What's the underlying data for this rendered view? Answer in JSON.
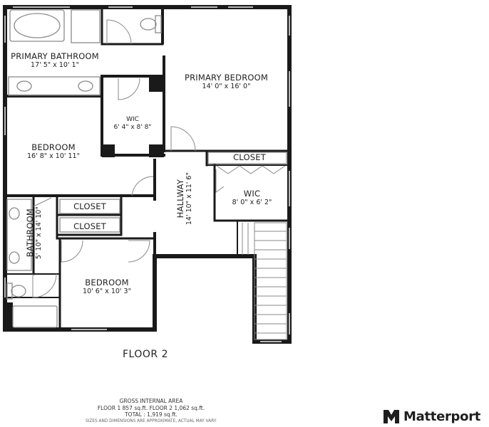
{
  "floor_label": "FLOOR 2",
  "rooms": {
    "primary_bathroom": {
      "name": "PRIMARY BATHROOM",
      "dims": "17' 5\" x 10' 1\""
    },
    "primary_bedroom": {
      "name": "PRIMARY BEDROOM",
      "dims": "14' 0\" x 16' 0\""
    },
    "wic_1": {
      "name": "WIC",
      "dims": "6' 4\" x 8' 8\""
    },
    "bedroom_1": {
      "name": "BEDROOM",
      "dims": "16' 8\" x 10' 11\""
    },
    "closet_1": {
      "name": "CLOSET"
    },
    "wic_2": {
      "name": "WIC",
      "dims": "8' 0\" x 6' 2\""
    },
    "hallway": {
      "name": "HALLWAY",
      "dims": "14' 10\" x 11' 6\""
    },
    "closet_2": {
      "name": "CLOSET"
    },
    "closet_3": {
      "name": "CLOSET"
    },
    "bathroom": {
      "name": "BATHROOM",
      "dims": "5' 10\" x 14' 10\""
    },
    "bedroom_2": {
      "name": "BEDROOM",
      "dims": "10' 6\" x 10' 3\""
    }
  },
  "area_summary": {
    "heading": "GROSS INTERNAL AREA",
    "line1": "FLOOR 1 857 sq.ft.   FLOOR 2 1,062 sq.ft.",
    "line2": "TOTAL :  1,919 sq.ft.",
    "disclaimer": "SIZES AND DIMENSIONS ARE APPROXIMATE, ACTUAL MAY VARY."
  },
  "brand": {
    "name": "Matterport",
    "icon": "matterport-logo-icon"
  },
  "colors": {
    "wall": "#1a1a1a",
    "fixture": "#8a8a8a",
    "window": "#b8b8b8",
    "background": "#ffffff"
  }
}
